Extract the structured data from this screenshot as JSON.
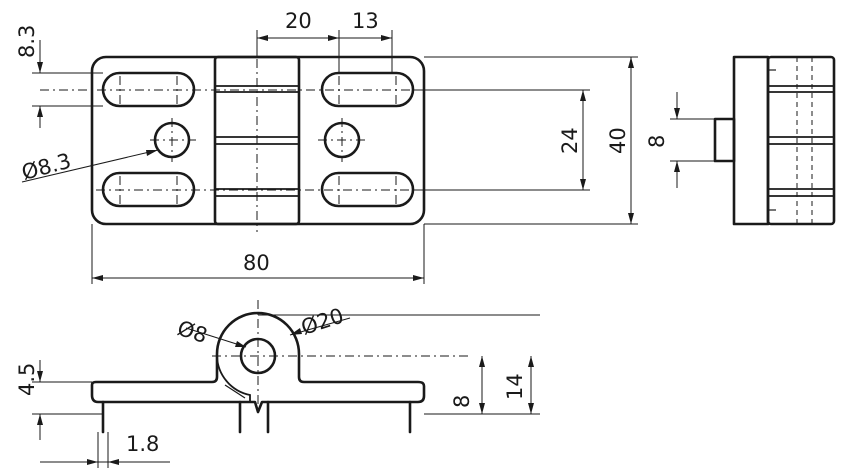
{
  "dimensions": {
    "slot_offset": "8.3",
    "width_20": "20",
    "width_13": "13",
    "hole_dia": "Ø8.3",
    "height_24": "24",
    "height_40": "40",
    "length_80": "80",
    "pin_height_8": "8",
    "bore_dia": "Ø8",
    "knuckle_dia": "Ø20",
    "plate_thickness": "4.5",
    "pin_spacing": "1.8",
    "center_height_8": "8",
    "total_height_14": "14"
  }
}
